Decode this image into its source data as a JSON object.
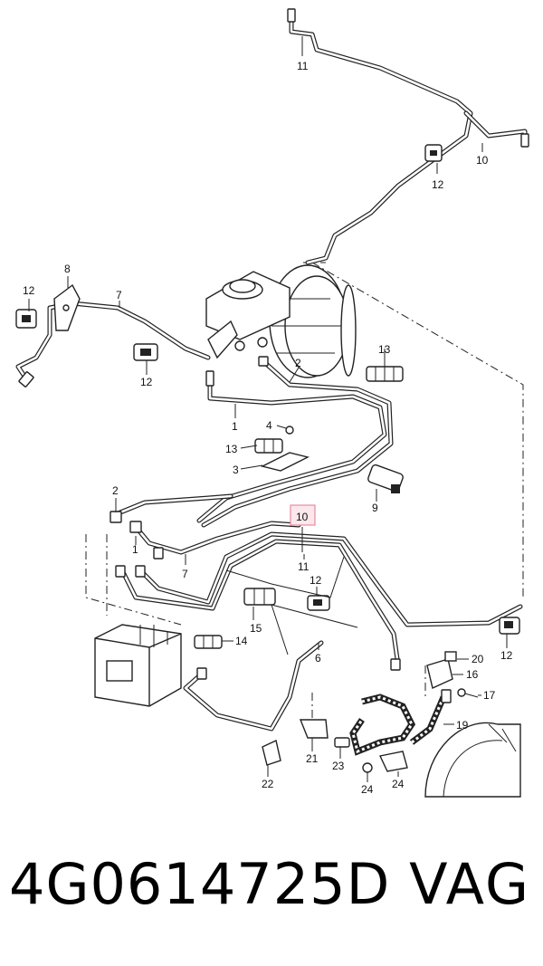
{
  "footer": {
    "part_number": "4G0614725D",
    "brand": "VAG"
  },
  "callouts": [
    "11",
    "10",
    "12",
    "8",
    "7",
    "12",
    "12",
    "2",
    "1",
    "4",
    "13",
    "3",
    "13",
    "9",
    "2",
    "1",
    "7",
    "10",
    "11",
    "12",
    "15",
    "14",
    "6",
    "20",
    "16",
    "17",
    "19",
    "21",
    "22",
    "23",
    "24",
    "24",
    "12"
  ],
  "highlight_color": "#e88aa0"
}
